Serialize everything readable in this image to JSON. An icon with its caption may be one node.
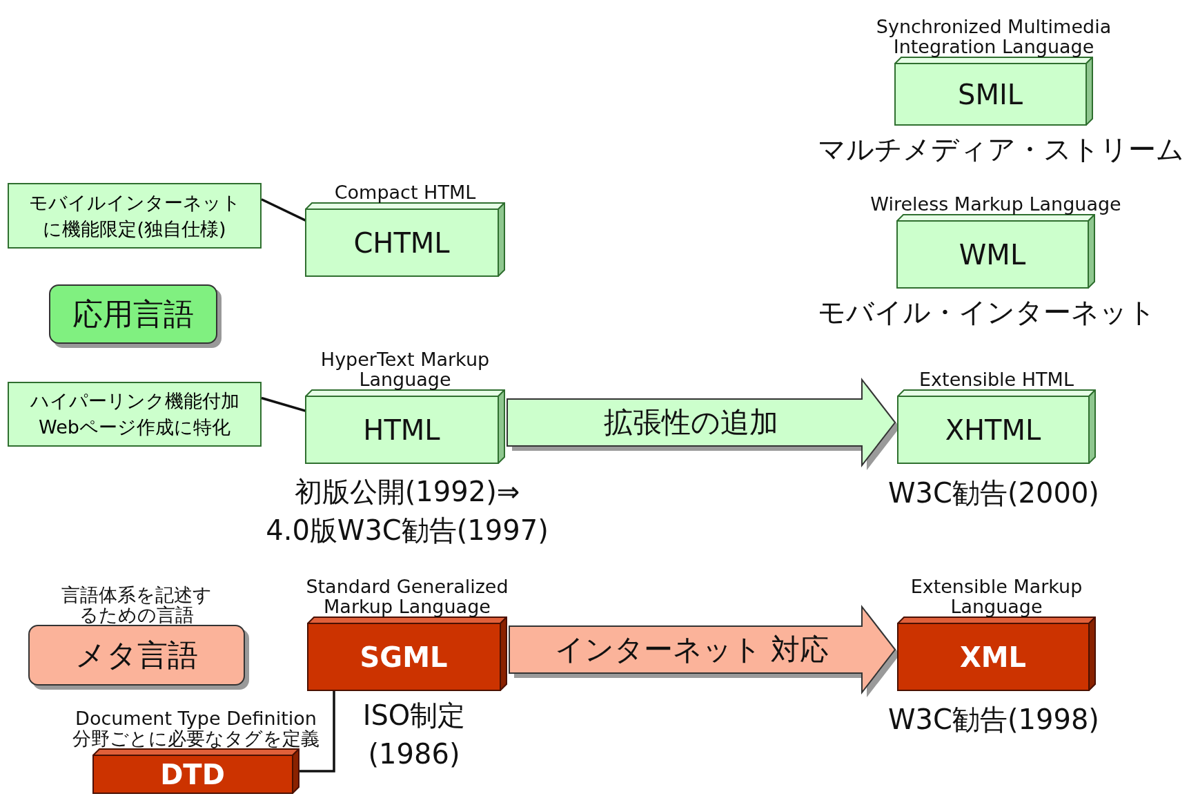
{
  "diagram": {
    "nodes": [
      {
        "text": [
          "Synchronized Multimedia Integration Language",
          "SMIL"
        ],
        "beside": [
          "マルチメディア・ストリーム"
        ]
      },
      {
        "text": [
          "モバイルインターネットに機能限定(独自仕様)"
        ]
      },
      {
        "text": [
          "Compact HTML",
          "CHTML"
        ]
      },
      {
        "text": [
          "Wireless Markup Language",
          "WML"
        ],
        "beside": [
          "モバイル・インターネット"
        ]
      },
      {
        "text": [
          "応用言語"
        ]
      },
      {
        "text": [
          "ハイパーリンク機能付加Webページ作成に特化"
        ]
      },
      {
        "text": [
          "HyperText Markup Language",
          "HTML"
        ],
        "beside": [
          "初版公開(1992)⇒",
          "4.0版W3C勧告(1997)"
        ]
      },
      {
        "text": [
          "Extensible HTML",
          "XHTML"
        ],
        "beside": [
          "W3C勧告(2000)"
        ]
      },
      {
        "text": [
          "言語体系を記述するための言語",
          "メタ言語"
        ]
      },
      {
        "text": [
          "Standard Generalized Markup Language",
          "SGML"
        ],
        "beside": [
          "ISO制定",
          "(1986)"
        ]
      },
      {
        "text": [
          "Extensible Markup Language",
          "XML"
        ],
        "beside": [
          "W3C勧告(1998)"
        ]
      },
      {
        "text": [
          "Document Type Definition",
          "分野ごとに必要なタグを定義",
          "DTD"
        ]
      }
    ],
    "edges": [
      {
        "from": 1,
        "to": 2,
        "arrow": "other"
      },
      {
        "from": 5,
        "to": 6,
        "arrow": "other"
      },
      {
        "from": 6,
        "to": 7,
        "arrow": "to",
        "label": "拡張性の追加",
        "style": "thick",
        "color": "#ccffcc"
      },
      {
        "from": 9,
        "to": 10,
        "arrow": "to",
        "label": "インターネット 対応",
        "style": "thick",
        "color": "#fbb39a"
      },
      {
        "from": 9,
        "to": 11,
        "arrow": "none"
      }
    ]
  }
}
